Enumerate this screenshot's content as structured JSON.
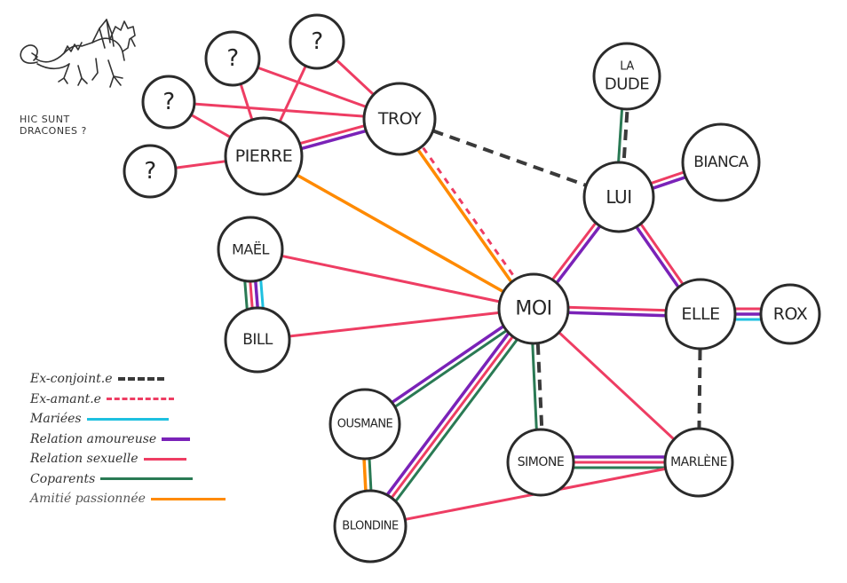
{
  "title_note": {
    "line1": "HIC SUNT",
    "line2": "DRACONES ?"
  },
  "legend": [
    {
      "key": "ex_conjoint",
      "label": "Ex-conjoint.e",
      "color": "#3a3a3a",
      "style": "dashed"
    },
    {
      "key": "ex_amant",
      "label": "Ex-amant.e",
      "color": "#ee3d63",
      "style": "dotted"
    },
    {
      "key": "mariees",
      "label": "Mariées",
      "color": "#1ec0e0",
      "style": "solid"
    },
    {
      "key": "amoureuse",
      "label": "Relation amoureuse",
      "color": "#7a22b8",
      "style": "solid"
    },
    {
      "key": "sexuelle",
      "label": "Relation sexuelle",
      "color": "#ee3d63",
      "style": "solid"
    },
    {
      "key": "coparents",
      "label": "Coparents",
      "color": "#2a7a54",
      "style": "solid"
    },
    {
      "key": "amitie",
      "label": "Amitié passionnée",
      "color": "#ff8a00",
      "style": "solid"
    }
  ],
  "nodes": [
    {
      "id": "q1",
      "label": "?"
    },
    {
      "id": "q2",
      "label": "?"
    },
    {
      "id": "q3",
      "label": "?"
    },
    {
      "id": "q4",
      "label": "?"
    },
    {
      "id": "pierre",
      "label": "PIERRE"
    },
    {
      "id": "troy",
      "label": "TROY"
    },
    {
      "id": "mael",
      "label": "MAËL"
    },
    {
      "id": "bill",
      "label": "BILL"
    },
    {
      "id": "moi",
      "label": "MOI"
    },
    {
      "id": "ladude",
      "label": "LA DUDE"
    },
    {
      "id": "lui",
      "label": "LUI"
    },
    {
      "id": "bianca",
      "label": "BIANCA"
    },
    {
      "id": "elle",
      "label": "ELLE"
    },
    {
      "id": "rox",
      "label": "ROX"
    },
    {
      "id": "ousmane",
      "label": "OUSMANE"
    },
    {
      "id": "blondine",
      "label": "BLONDINE"
    },
    {
      "id": "simone",
      "label": "SIMONE"
    },
    {
      "id": "marlene",
      "label": "MARLÈNE"
    }
  ],
  "edges": [
    {
      "from": "q1",
      "to": "pierre",
      "types": [
        "sexuelle"
      ]
    },
    {
      "from": "q1",
      "to": "troy",
      "types": [
        "sexuelle"
      ]
    },
    {
      "from": "q2",
      "to": "pierre",
      "types": [
        "sexuelle"
      ]
    },
    {
      "from": "q2",
      "to": "troy",
      "types": [
        "sexuelle"
      ]
    },
    {
      "from": "q3",
      "to": "pierre",
      "types": [
        "sexuelle"
      ]
    },
    {
      "from": "q3",
      "to": "troy",
      "types": [
        "sexuelle"
      ]
    },
    {
      "from": "q4",
      "to": "pierre",
      "types": [
        "sexuelle"
      ]
    },
    {
      "from": "pierre",
      "to": "troy",
      "types": [
        "sexuelle",
        "amoureuse"
      ]
    },
    {
      "from": "pierre",
      "to": "moi",
      "types": [
        "amitie"
      ]
    },
    {
      "from": "troy",
      "to": "moi",
      "types": [
        "ex_amant",
        "amitie"
      ]
    },
    {
      "from": "troy",
      "to": "lui",
      "types": [
        "ex_conjoint"
      ]
    },
    {
      "from": "mael",
      "to": "bill",
      "types": [
        "mariees",
        "amoureuse",
        "sexuelle",
        "coparents"
      ]
    },
    {
      "from": "mael",
      "to": "moi",
      "types": [
        "sexuelle"
      ]
    },
    {
      "from": "bill",
      "to": "moi",
      "types": [
        "sexuelle"
      ]
    },
    {
      "from": "ladude",
      "to": "lui",
      "types": [
        "ex_conjoint",
        "coparents"
      ]
    },
    {
      "from": "lui",
      "to": "bianca",
      "types": [
        "sexuelle",
        "amoureuse"
      ]
    },
    {
      "from": "lui",
      "to": "moi",
      "types": [
        "amoureuse",
        "sexuelle"
      ]
    },
    {
      "from": "lui",
      "to": "elle",
      "types": [
        "sexuelle",
        "amoureuse"
      ]
    },
    {
      "from": "moi",
      "to": "elle",
      "types": [
        "sexuelle",
        "amoureuse"
      ]
    },
    {
      "from": "elle",
      "to": "rox",
      "types": [
        "sexuelle",
        "amoureuse",
        "mariees"
      ]
    },
    {
      "from": "elle",
      "to": "marlene",
      "types": [
        "ex_conjoint"
      ]
    },
    {
      "from": "moi",
      "to": "ousmane",
      "types": [
        "coparents",
        "amoureuse"
      ]
    },
    {
      "from": "moi",
      "to": "blondine",
      "types": [
        "coparents",
        "sexuelle",
        "amoureuse"
      ]
    },
    {
      "from": "moi",
      "to": "simone",
      "types": [
        "ex_conjoint",
        "coparents"
      ]
    },
    {
      "from": "moi",
      "to": "marlene",
      "types": [
        "sexuelle"
      ]
    },
    {
      "from": "ousmane",
      "to": "blondine",
      "types": [
        "coparents",
        "amitie"
      ]
    },
    {
      "from": "simone",
      "to": "marlene",
      "types": [
        "amoureuse",
        "sexuelle",
        "coparents"
      ]
    },
    {
      "from": "blondine",
      "to": "marlene",
      "types": [
        "sexuelle"
      ]
    }
  ]
}
